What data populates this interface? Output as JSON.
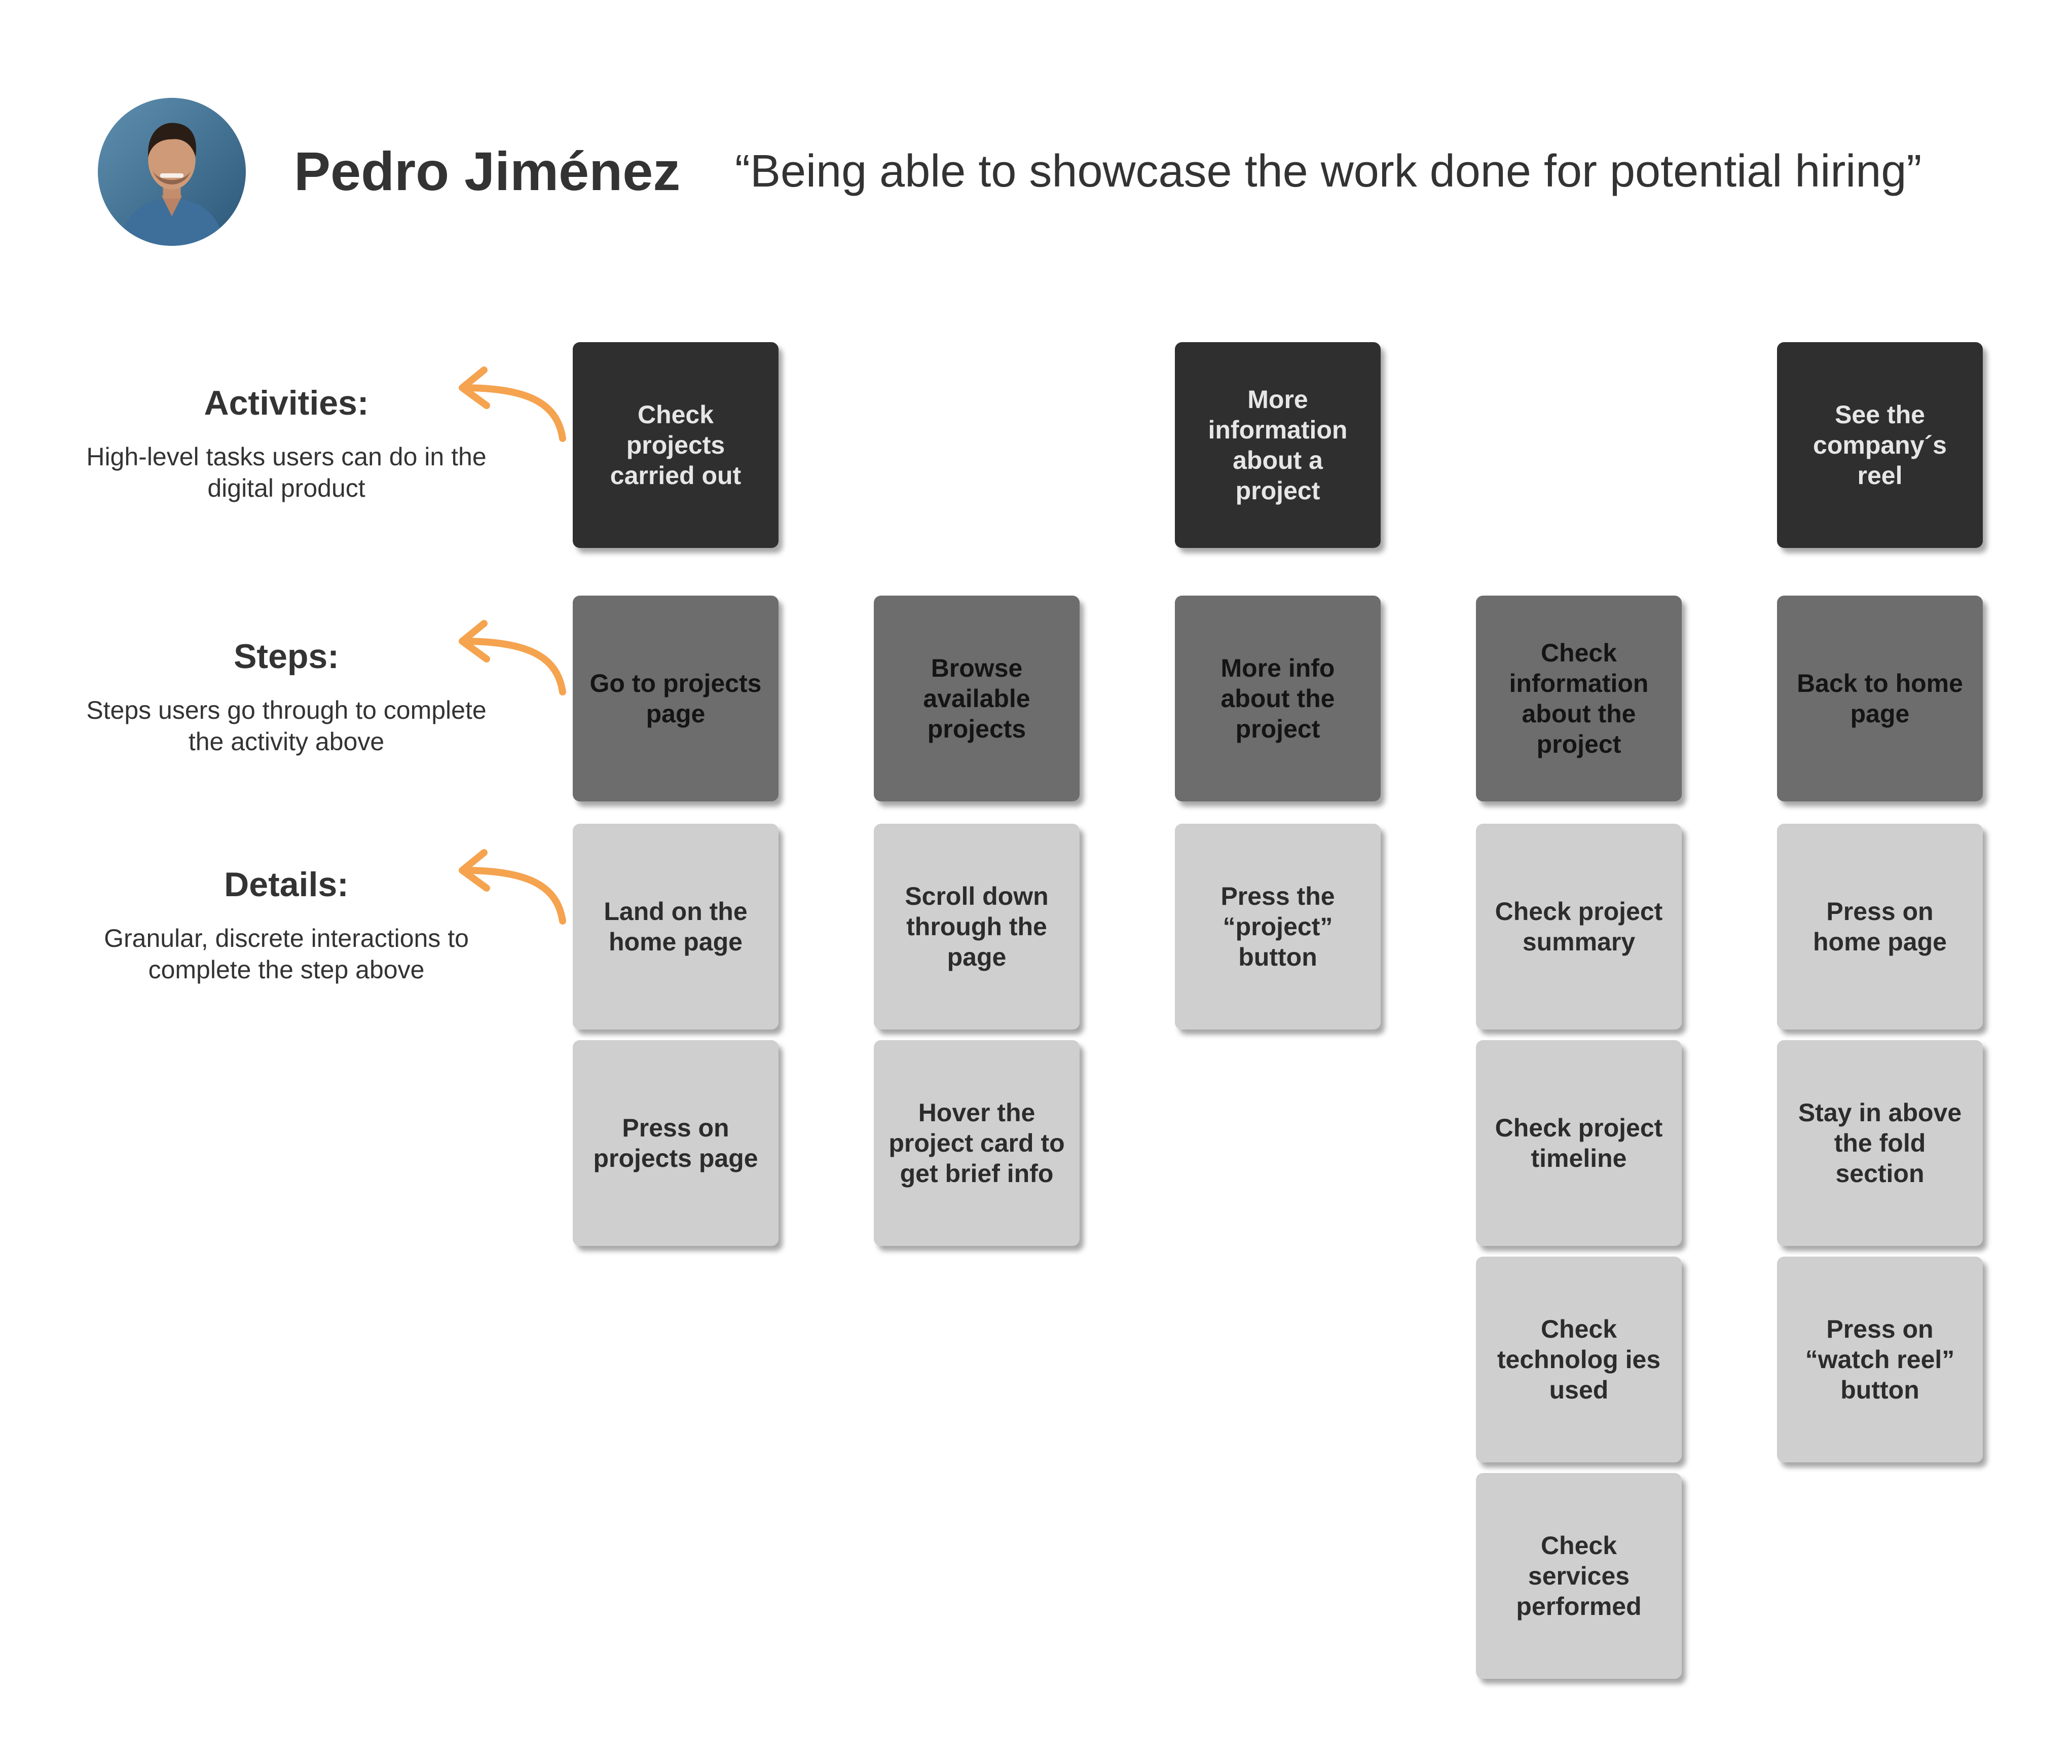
{
  "persona": {
    "name": "Pedro Jiménez",
    "quote": "“Being able to showcase the work done for potential hiring”"
  },
  "legend": {
    "activities": {
      "title": "Activities:",
      "description": "High-level tasks users can do in the digital product"
    },
    "steps": {
      "title": "Steps:",
      "description": "Steps users go through to complete the activity above"
    },
    "details": {
      "title": "Details:",
      "description": "Granular, discrete interactions to complete the step above"
    }
  },
  "colors": {
    "arrow": "#f5a34f",
    "activity_card": "#2f2f2f",
    "step_card": "#6d6d6d",
    "detail_card": "#cfcfcf"
  },
  "columns": [
    {
      "activity": "Check projects carried out",
      "step": "Go to projects page",
      "details": [
        "Land on the home page",
        "Press on projects page"
      ]
    },
    {
      "activity": "",
      "step": "Browse available projects",
      "details": [
        "Scroll down through the page",
        "Hover the project card to get brief info"
      ]
    },
    {
      "activity": "More information about a project",
      "step": "More info about the project",
      "details": [
        "Press the “project” button"
      ]
    },
    {
      "activity": "",
      "step": "Check information about the project",
      "details": [
        "Check project summary",
        "Check project timeline",
        "Check technolog ies used",
        "Check services performed"
      ]
    },
    {
      "activity": "See the company´s reel",
      "step": "Back to home page",
      "details": [
        "Press on home page",
        "Stay in above the fold section",
        "Press on “watch reel” button"
      ]
    }
  ]
}
